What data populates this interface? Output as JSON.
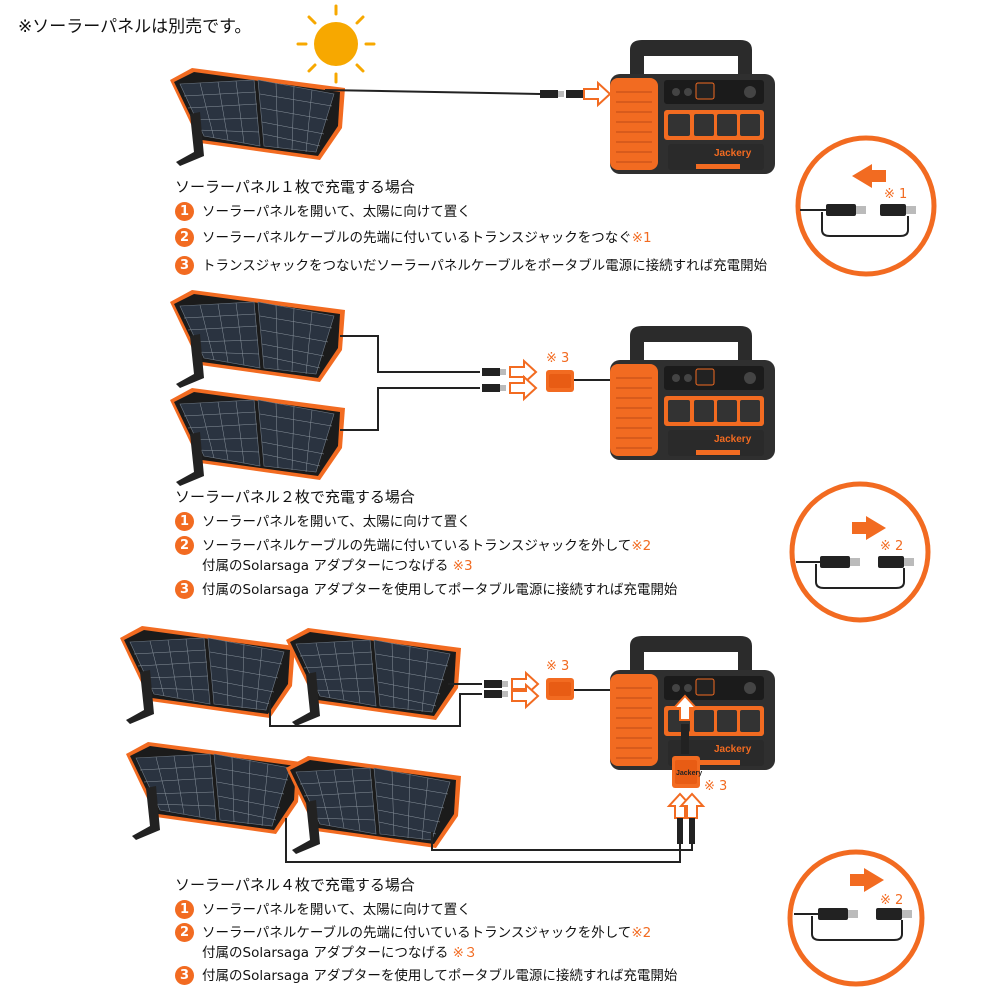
{
  "note": "※ソーラーパネルは別売です。",
  "brand": "Jackery",
  "adapter_label": "Jackery",
  "colors": {
    "accent": "#f26b21",
    "panel_frame": "#222222",
    "station_body": "#2e2e2e"
  },
  "callout_markers": {
    "one": "※ 1",
    "two": "※ 2",
    "three": "※ 3"
  },
  "sections": [
    {
      "heading": "ソーラーパネル１枚で充電する場合",
      "steps": [
        {
          "num": "1",
          "text": "ソーラーパネルを開いて、太陽に向けて置く",
          "ref": ""
        },
        {
          "num": "2",
          "text": "ソーラーパネルケーブルの先端に付いているトランスジャックをつなぐ",
          "ref": "※1"
        },
        {
          "num": "3",
          "text": "トランスジャックをつないだソーラーパネルケーブルをポータブル電源に接続すれば充電開始",
          "ref": ""
        }
      ]
    },
    {
      "heading": "ソーラーパネル２枚で充電する場合",
      "steps": [
        {
          "num": "1",
          "text": "ソーラーパネルを開いて、太陽に向けて置く",
          "ref": ""
        },
        {
          "num": "2",
          "text": "ソーラーパネルケーブルの先端に付いているトランスジャックを外して",
          "ref": "※2",
          "text2": "付属のSolarsaga アダプターにつなげる",
          "ref2": "※3"
        },
        {
          "num": "3",
          "text": "付属のSolarsaga アダプターを使用してポータブル電源に接続すれば充電開始",
          "ref": ""
        }
      ]
    },
    {
      "heading": "ソーラーパネル４枚で充電する場合",
      "steps": [
        {
          "num": "1",
          "text": "ソーラーパネルを開いて、太陽に向けて置く",
          "ref": ""
        },
        {
          "num": "2",
          "text": "ソーラーパネルケーブルの先端に付いているトランスジャックを外して",
          "ref": "※2",
          "text2": "付属のSolarsaga アダプターにつなげる",
          "ref2": "※３"
        },
        {
          "num": "3",
          "text": "付属のSolarsaga アダプターを使用してポータブル電源に接続すれば充電開始",
          "ref": ""
        }
      ]
    }
  ]
}
